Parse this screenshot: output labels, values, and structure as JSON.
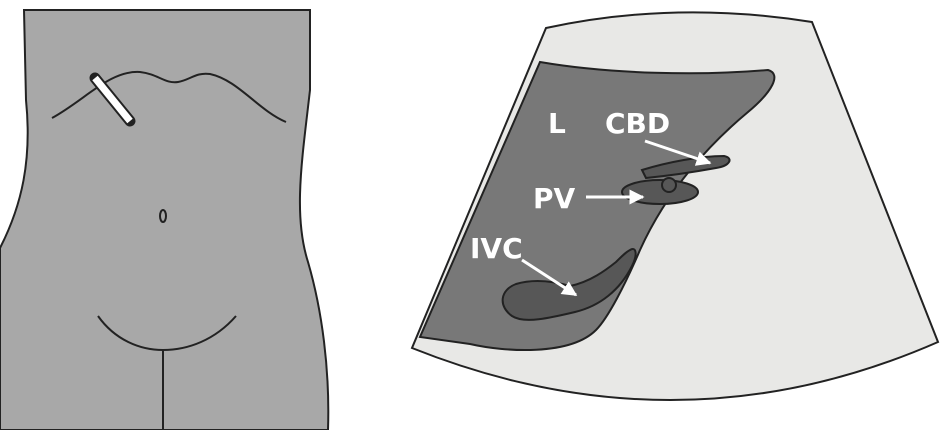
{
  "labels": {
    "liver": "L",
    "common_bile_duct": "CBD",
    "portal_vein": "PV",
    "inferior_vena_cava": "IVC"
  },
  "colors": {
    "body_fill": "#a8a8a8",
    "outline": "#222222",
    "probe": "#ffffff",
    "sector_background": "#e8e8e6",
    "liver_fill": "#787878",
    "vessel_fill": "#575757",
    "label_text": "#ffffff"
  }
}
